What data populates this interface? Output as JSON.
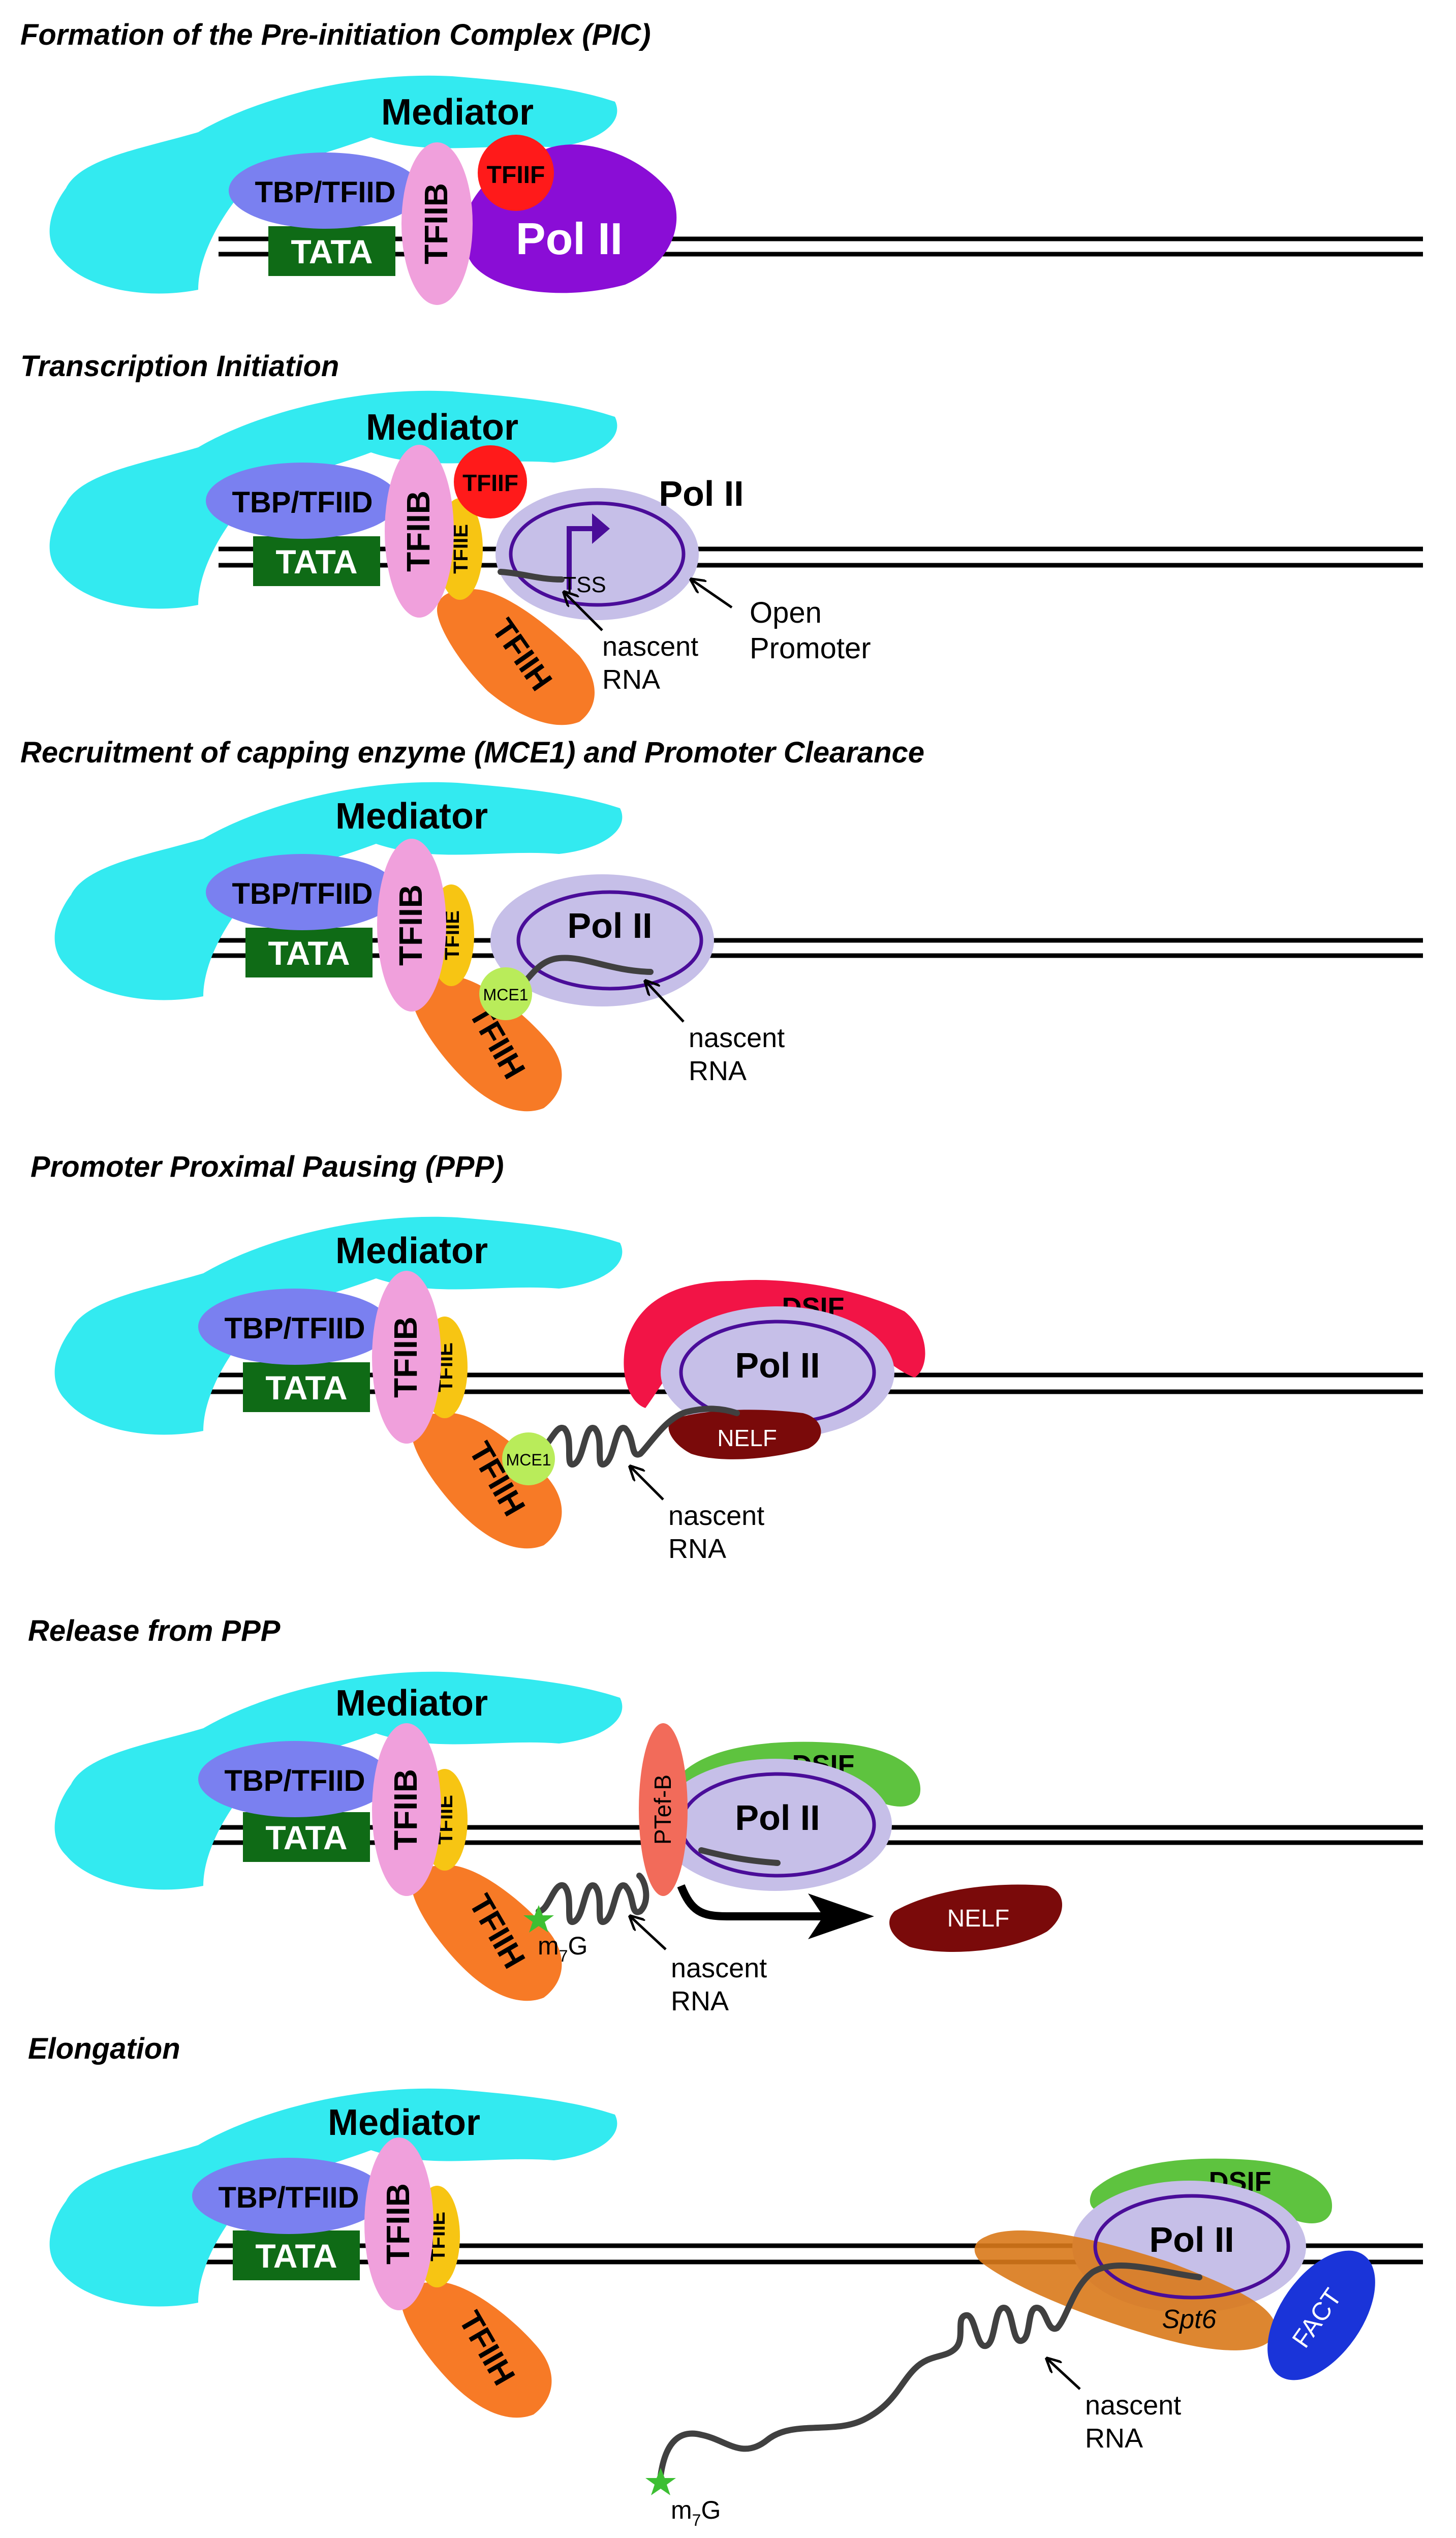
{
  "colors": {
    "mediator": "#33eaf0",
    "tbp_tfiid": "#7a80f0",
    "tata": "#0f6b16",
    "tfiib": "#f0a0dc",
    "tfiif": "#ff1a1a",
    "pol2_closed": "#8a0dd6",
    "pol2_open": "#c6bfe8",
    "pol2_outline": "#4a0d99",
    "tfiie": "#f7c513",
    "tfiih": "#f77a26",
    "mce1": "#b9ec5a",
    "dsif_red": "#f21446",
    "dsif_green": "#5ec33f",
    "nelf": "#7a0a0a",
    "ptefb": "#f26b5a",
    "spt6": "#d9791a",
    "fact": "#1a34d9",
    "m7g_star": "#3dbf33",
    "rna": "#404040"
  },
  "labels": {
    "mediator": "Mediator",
    "tbp_tfiid": "TBP/TFIID",
    "tata": "TATA",
    "tfiib": "TFIIB",
    "tfiif": "TFIIF",
    "tfiie": "TFIIE",
    "tfiih": "TFIIH",
    "pol2": "Pol II",
    "tss": "TSS",
    "nascent_rna": [
      "nascent",
      "RNA"
    ],
    "open_promoter": [
      "Open",
      "Promoter"
    ],
    "mce1": "MCE1",
    "dsif": "DSIF",
    "nelf": "NELF",
    "ptefb": "PTef-B",
    "spt6": "Spt6",
    "fact": "FACT",
    "m7g_main": "m",
    "m7g_sub": "7",
    "m7g_tail": "G"
  },
  "sections": [
    {
      "id": "pic",
      "title": "Formation of the Pre-initiation Complex (PIC)"
    },
    {
      "id": "initiation",
      "title": "Transcription Initiation"
    },
    {
      "id": "clearance",
      "title": "Recruitment of capping enzyme (MCE1) and Promoter Clearance"
    },
    {
      "id": "pausing",
      "title": "Promoter Proximal Pausing (PPP)"
    },
    {
      "id": "release",
      "title": "Release from  PPP"
    },
    {
      "id": "elongation",
      "title": "Elongation"
    }
  ]
}
